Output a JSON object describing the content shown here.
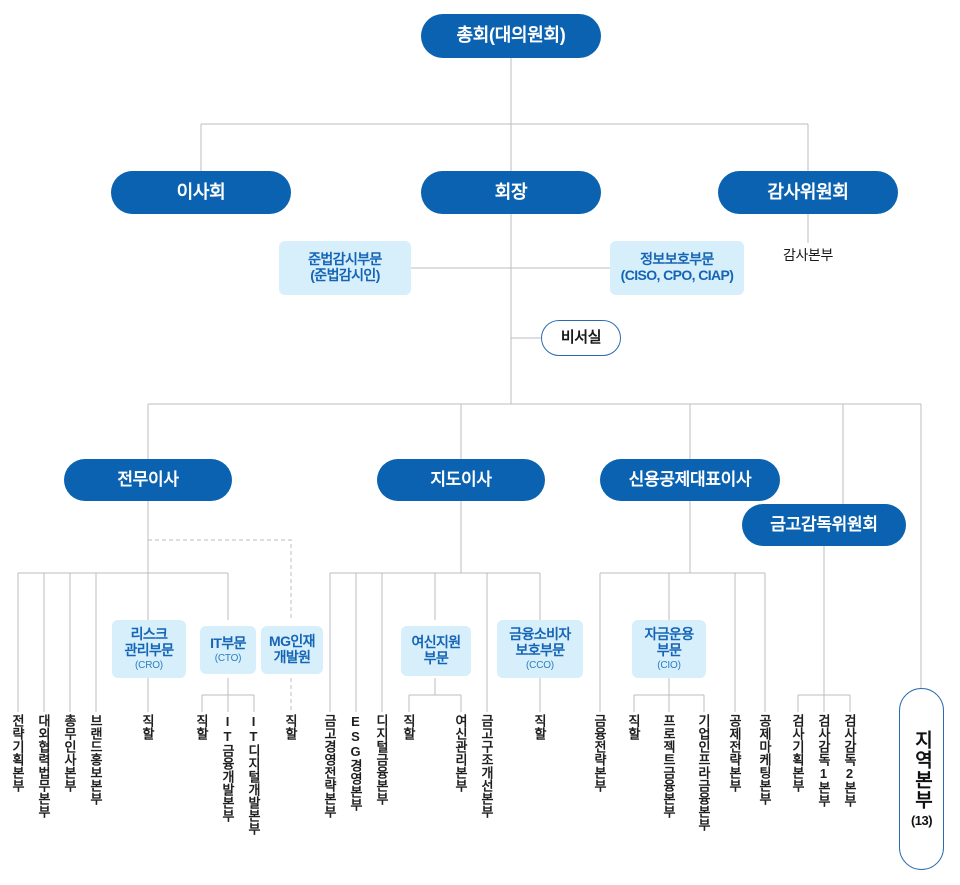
{
  "meta": {
    "title": "조직도",
    "colors": {
      "pill": "#0a62b0",
      "light_box_bg": "#d7eefb",
      "light_box_text": "#1565b5",
      "line": "#b9bdc2",
      "outline": "#2b6cb0",
      "text": "#1f1f1f"
    }
  },
  "nodes": {
    "assembly": "총회(대의원회)",
    "board": "이사회",
    "chairman": "회장",
    "audit_committee": "감사위원회",
    "compliance": {
      "line1": "준법감시부문",
      "line2": "(준법감시인)"
    },
    "infosec": {
      "line1": "정보보호부문",
      "line2": "(CISO, CPO, CIAP)"
    },
    "audit_hq": "감사본부",
    "secretariat": "비서실",
    "exec_director": "전무이사",
    "guidance_director": "지도이사",
    "credit_ceo": "신용공제대표이사",
    "vault_supervision": "금고감독위원회",
    "regional_hq": {
      "line1": "지역본부",
      "line2": "(13)"
    }
  },
  "divisions": {
    "risk": {
      "line1": "리스크",
      "line2": "관리부문",
      "sub": "(CRO)"
    },
    "it": {
      "line1": "IT부문",
      "line2": "",
      "sub": "(CTO)"
    },
    "mg_hrd": {
      "line1": "MG인재",
      "line2": "개발원",
      "sub": ""
    },
    "credit_support": {
      "line1": "여신지원",
      "line2": "부문",
      "sub": ""
    },
    "consumer_protection": {
      "line1": "금융소비자",
      "line2": "보호부문",
      "sub": "(CCO)"
    },
    "fund_mgmt": {
      "line1": "자금운용",
      "line2": "부문",
      "sub": "(CIO)"
    }
  },
  "leaves": [
    {
      "id": "leaf-strategy-planning",
      "label": "전략기획본부"
    },
    {
      "id": "leaf-external-legal",
      "label": "대외협력법무본부"
    },
    {
      "id": "leaf-general-hr",
      "label": "총무인사본부"
    },
    {
      "id": "leaf-brand-pr",
      "label": "브랜드홍보본부"
    },
    {
      "id": "leaf-direct-risk",
      "label": "직할"
    },
    {
      "id": "leaf-direct-it",
      "label": "직할"
    },
    {
      "id": "leaf-it-finance-dev",
      "label": "IT금융개발본부"
    },
    {
      "id": "leaf-it-digital-dev",
      "label": "IT디지털개발본부"
    },
    {
      "id": "leaf-direct-mg",
      "label": "직할"
    },
    {
      "id": "leaf-vault-mgmt-strategy",
      "label": "금고경영전략본부"
    },
    {
      "id": "leaf-esg-mgmt",
      "label": "ESG경영본부"
    },
    {
      "id": "leaf-digital-finance",
      "label": "디지털금융본부"
    },
    {
      "id": "leaf-direct-credit-support",
      "label": "직할"
    },
    {
      "id": "leaf-credit-mgmt",
      "label": "여신관리본부"
    },
    {
      "id": "leaf-vault-restructuring",
      "label": "금고구조개선본부"
    },
    {
      "id": "leaf-direct-consumer",
      "label": "직할"
    },
    {
      "id": "leaf-finance-strategy",
      "label": "금융전략본부"
    },
    {
      "id": "leaf-direct-fund",
      "label": "직할"
    },
    {
      "id": "leaf-project-finance",
      "label": "프로젝트금융본부"
    },
    {
      "id": "leaf-corp-infra-finance",
      "label": "기업인프라금융본부"
    },
    {
      "id": "leaf-mutualaid-strategy",
      "label": "공제전략본부"
    },
    {
      "id": "leaf-mutualaid-marketing",
      "label": "공제마케팅본부"
    },
    {
      "id": "leaf-inspection-planning",
      "label": "검사기획본부"
    },
    {
      "id": "leaf-inspection-1",
      "label": "검사감독1본부"
    },
    {
      "id": "leaf-inspection-2",
      "label": "검사감독2본부"
    }
  ]
}
